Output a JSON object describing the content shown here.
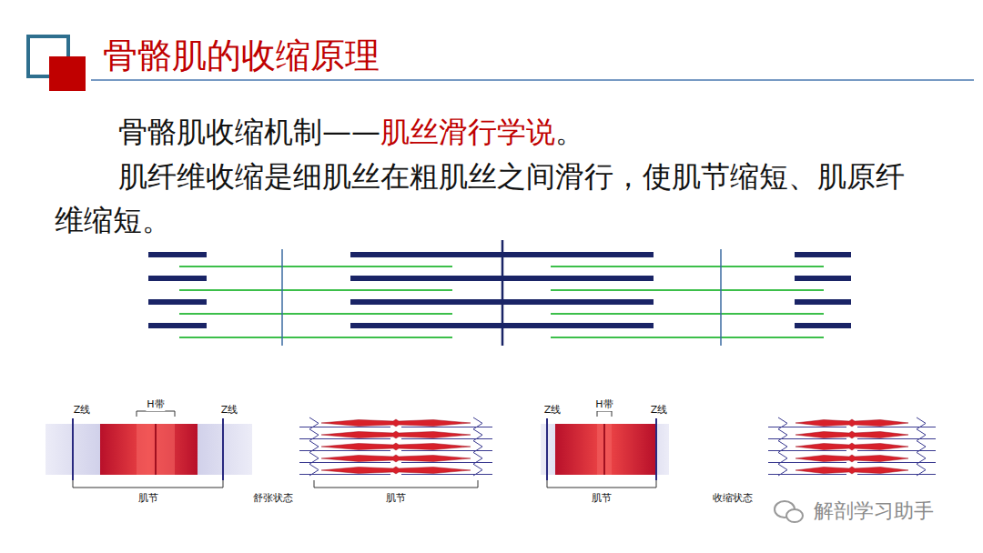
{
  "diagram": {
    "title": "骨骼肌的收缩原理",
    "labels": [
      "骨骼肌收缩机制——",
      "肌丝滑行学说",
      "。",
      "肌纤维收缩是细肌丝在粗肌丝之间滑行，使肌节缩短、肌原纤维缩短。",
      "Z线",
      "H带",
      "Z线",
      "肌节",
      "舒张状态",
      "肌节",
      "Z线",
      "H带",
      "Z线",
      "肌节",
      "收缩状态",
      "解剖学习助手"
    ]
  }
}
